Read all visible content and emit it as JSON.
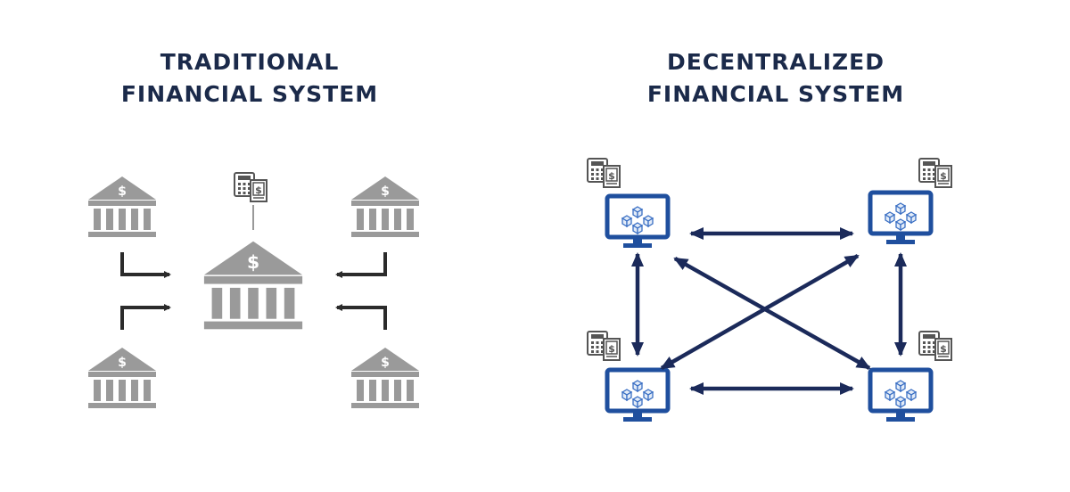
{
  "traditional": {
    "title_line1": "TRADITIONAL",
    "title_line2": "FINANCIAL SYSTEM",
    "icons": [
      "bank-icon",
      "calculator-document-icon",
      "connector-arrow-icon"
    ],
    "colors": {
      "bank": "#9a9a9a",
      "arrow": "#2b2b2b",
      "doc": "#555555"
    }
  },
  "decentralized": {
    "title_line1": "DECENTRALIZED",
    "title_line2": "FINANCIAL SYSTEM",
    "icons": [
      "computer-node-icon",
      "blockchain-cubes-icon",
      "calculator-document-icon",
      "double-arrow-icon"
    ],
    "colors": {
      "monitor": "#1f4f9e",
      "arrow": "#1b2a5a",
      "doc": "#555555"
    }
  },
  "colors": {
    "title": "#1b2a4a",
    "background": "#ffffff"
  }
}
